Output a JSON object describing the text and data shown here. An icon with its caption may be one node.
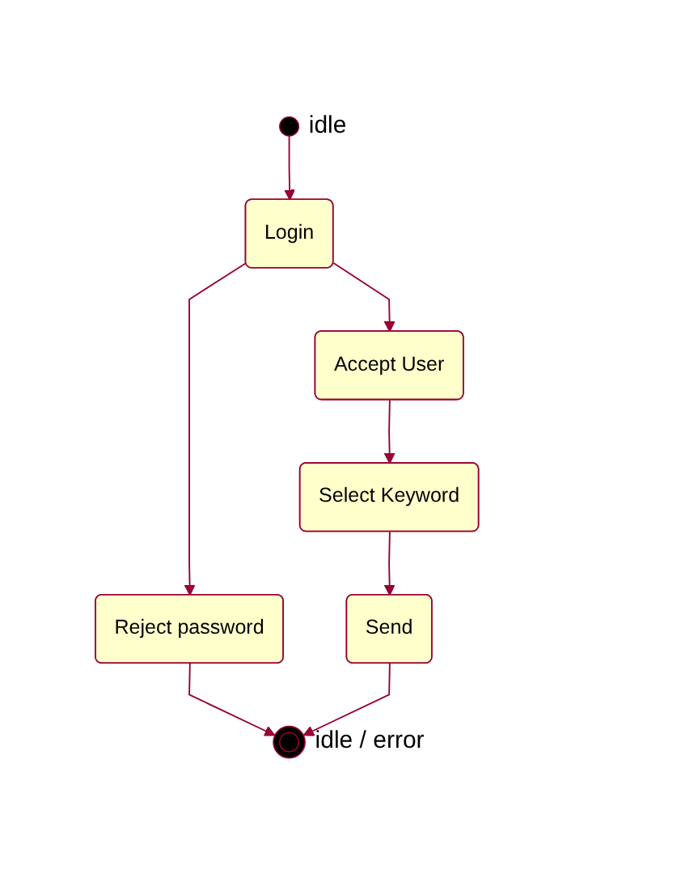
{
  "diagram": {
    "nodes": [
      {
        "text": [],
        "shape": "circle",
        "beside": [
          "idle"
        ]
      },
      {
        "text": [
          "Login"
        ]
      },
      {
        "text": [
          "Accept User"
        ]
      },
      {
        "text": [
          "Reject password"
        ]
      },
      {
        "text": [
          "Select Keyword"
        ]
      },
      {
        "text": [
          "Send"
        ]
      },
      {
        "text": [],
        "shape": "circle",
        "beside": [
          "idle / error"
        ]
      }
    ],
    "edges": [
      {
        "from": 0,
        "to": 1,
        "arrow": "to"
      },
      {
        "from": 1,
        "to": 2,
        "arrow": "to"
      },
      {
        "from": 1,
        "to": 3,
        "arrow": "to"
      },
      {
        "from": 2,
        "to": 4,
        "arrow": "to"
      },
      {
        "from": 4,
        "to": 5,
        "arrow": "to"
      },
      {
        "from": 3,
        "to": 6,
        "arrow": "to"
      },
      {
        "from": 5,
        "to": 6,
        "arrow": "to"
      }
    ]
  }
}
